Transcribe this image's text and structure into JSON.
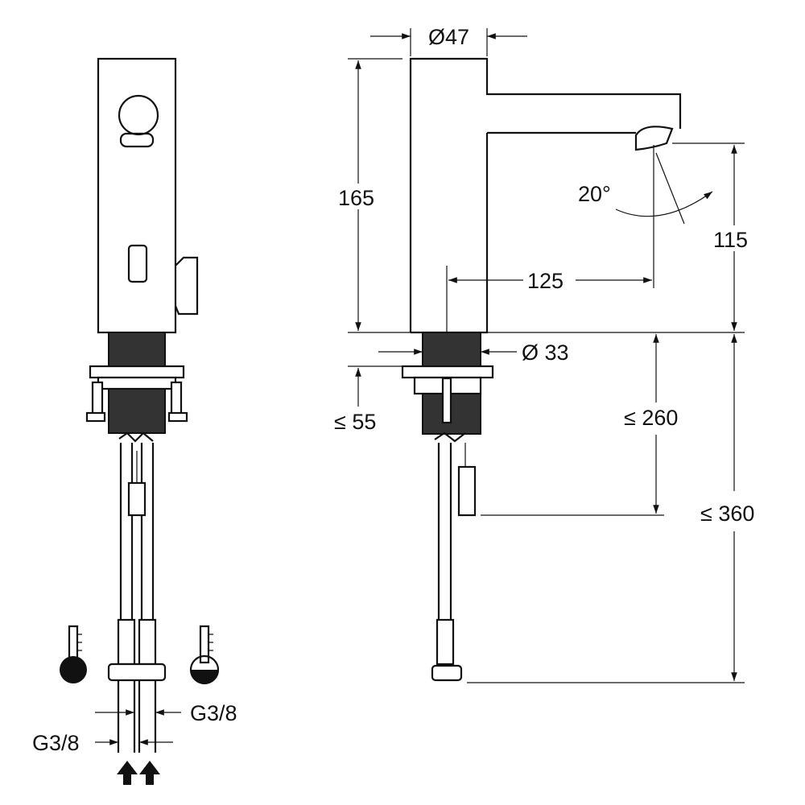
{
  "dimensions": {
    "body_diameter": "Ø47",
    "height": "165",
    "spout_angle": "20°",
    "spout_height": "115",
    "spout_reach": "125",
    "shank_diameter": "Ø 33",
    "max_deck_thickness": "≤ 55",
    "max_hose_to_plug": "≤ 260",
    "max_hose_length": "≤ 360",
    "connection_right": "G3/8",
    "connection_left": "G3/8"
  },
  "colors": {
    "line": "#111111",
    "thread": "#333333",
    "background": "#ffffff"
  }
}
